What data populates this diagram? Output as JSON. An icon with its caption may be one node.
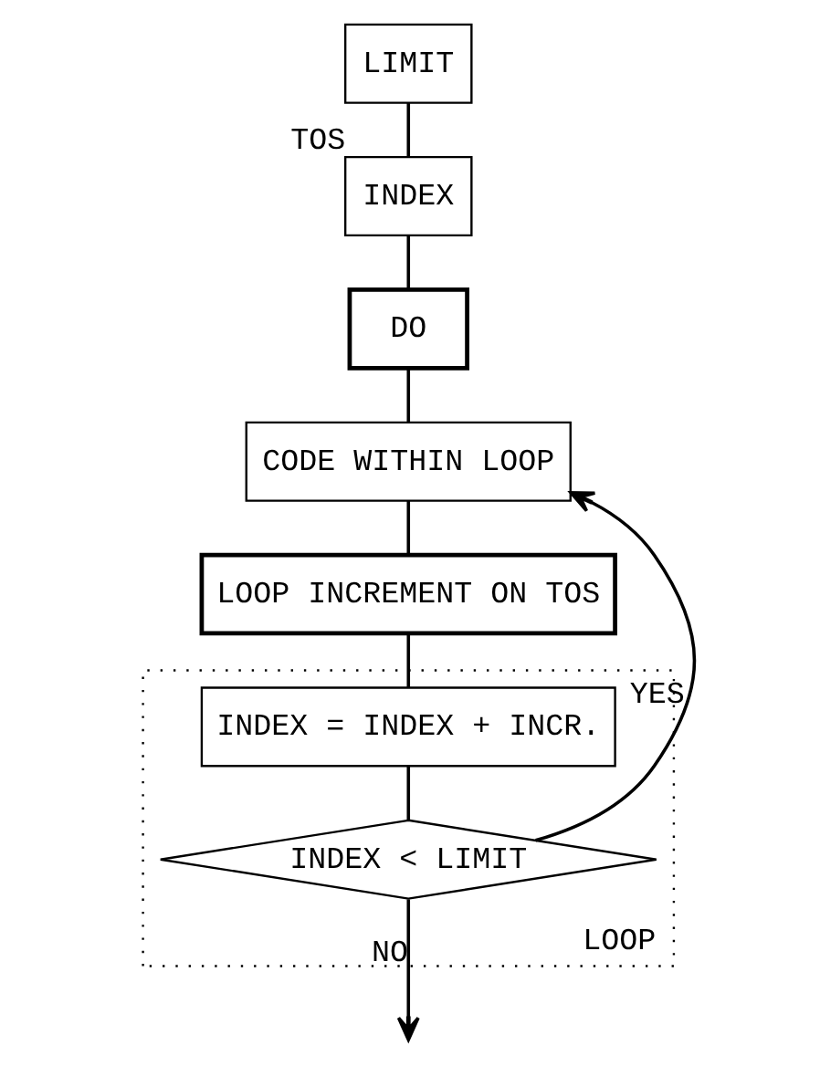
{
  "diagram": {
    "nodes": [
      {
        "text": [
          "LIMIT"
        ]
      },
      {
        "text": [
          "INDEX"
        ],
        "beside": [
          "TOS"
        ]
      },
      {
        "text": [
          "DO"
        ]
      },
      {
        "text": [
          "CODE WITHIN LOOP"
        ]
      },
      {
        "text": [
          "LOOP INCREMENT ON TOS"
        ]
      },
      {
        "text": [
          "LOOP"
        ]
      },
      {
        "text": [
          "INDEX = INDEX + INCR."
        ],
        "in": 5
      },
      {
        "text": [
          "INDEX < LIMIT"
        ],
        "in": 5
      }
    ],
    "edges": [
      {
        "from": 0,
        "to": 1,
        "arrow": "none"
      },
      {
        "from": 1,
        "to": 2,
        "arrow": "none"
      },
      {
        "from": 2,
        "to": 3,
        "arrow": "none"
      },
      {
        "from": 3,
        "to": 4,
        "arrow": "none"
      },
      {
        "from": 4,
        "to": 6,
        "arrow": "none"
      },
      {
        "from": 6,
        "to": 7,
        "arrow": "none"
      },
      {
        "from": 7,
        "to": 3,
        "arrow": "to",
        "label": "YES"
      },
      {
        "from": 7,
        "to": null,
        "arrow": "to",
        "label": "NO"
      }
    ]
  }
}
